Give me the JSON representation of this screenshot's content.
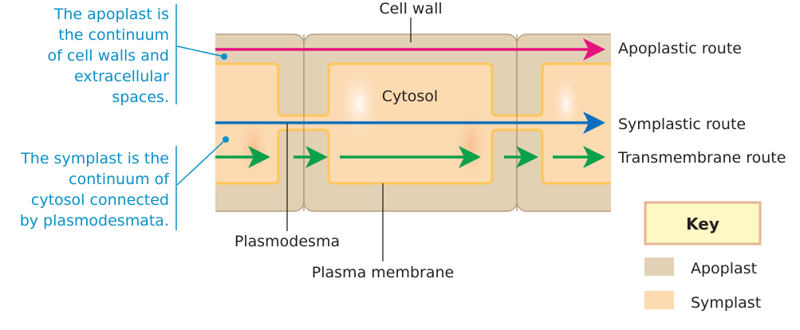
{
  "labels": {
    "cell_wall": "Cell wall",
    "cytosol": "Cytosol",
    "plasmodesma": "Plasmodesma",
    "plasma_membrane": "Plasma membrane",
    "apoplastic_route": "Apoplastic route",
    "symplastic_route": "Symplastic route",
    "transmembrane_route": "Transmembrane route"
  },
  "apoplast_note": [
    "The apoplast is",
    "the continuum",
    "of cell walls and",
    "extracellular",
    "spaces."
  ],
  "symplast_note": [
    "The symplast is the",
    "continuum of",
    "cytosol connected",
    "by plasmodesmata."
  ],
  "key": {
    "title": "Key",
    "items": [
      {
        "label": "Apoplast",
        "color": "#e3d1b6"
      },
      {
        "label": "Symplast",
        "color": "#fcdab2"
      }
    ]
  },
  "colors": {
    "apoplastic_route": "#e6127d",
    "symplastic_route": "#0a6fbf",
    "transmembrane_route": "#0aa14a",
    "plasma_membrane": "#fdc65a",
    "note_text": "#0a8fc8"
  }
}
